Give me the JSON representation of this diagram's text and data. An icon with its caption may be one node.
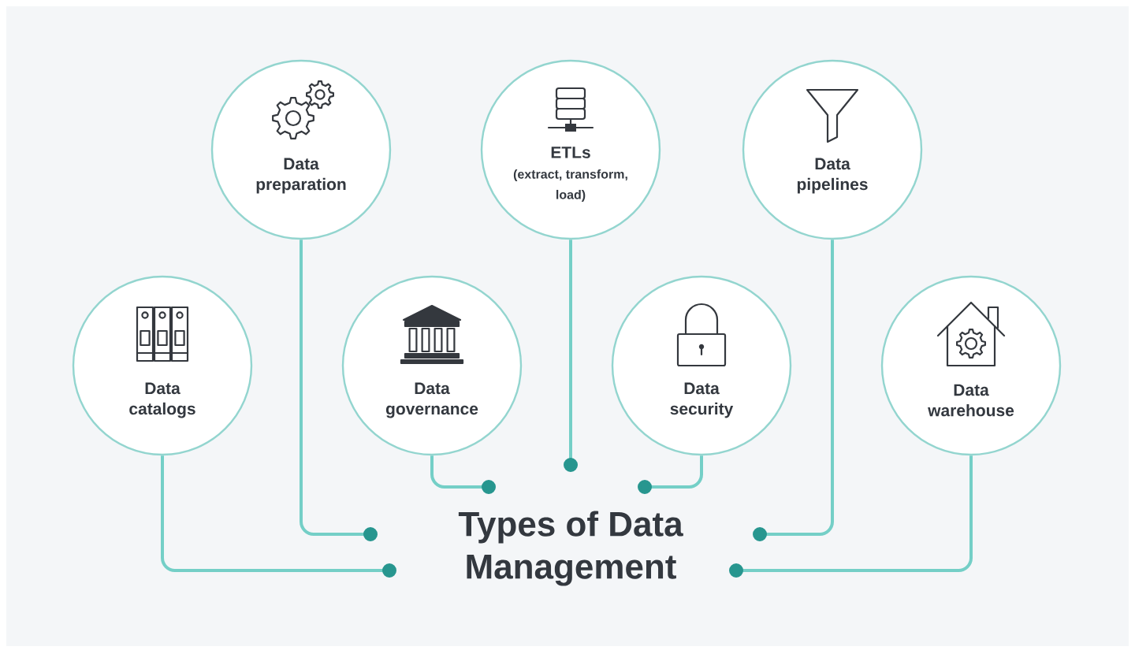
{
  "diagram": {
    "nodes": [
      {
        "text": [
          "Data preparation"
        ]
      },
      {
        "text": [
          "ETLs",
          "(extract, transform, load)"
        ]
      },
      {
        "text": [
          "Data pipelines"
        ]
      },
      {
        "text": [
          "Data catalogs"
        ]
      },
      {
        "text": [
          "Data governance"
        ]
      },
      {
        "text": [
          "Data security"
        ]
      },
      {
        "text": [
          "Data warehouse"
        ]
      },
      {
        "text": [
          "Types of Data Management"
        ]
      }
    ],
    "edges": [
      {
        "from": 0,
        "to": 7,
        "arrow": "other"
      },
      {
        "from": 1,
        "to": 7,
        "arrow": "other"
      },
      {
        "from": 2,
        "to": 7,
        "arrow": "other"
      },
      {
        "from": 3,
        "to": 7,
        "arrow": "other"
      },
      {
        "from": 4,
        "to": 7,
        "arrow": "other"
      },
      {
        "from": 5,
        "to": 7,
        "arrow": "other"
      },
      {
        "from": 6,
        "to": 7,
        "arrow": "other"
      }
    ]
  }
}
